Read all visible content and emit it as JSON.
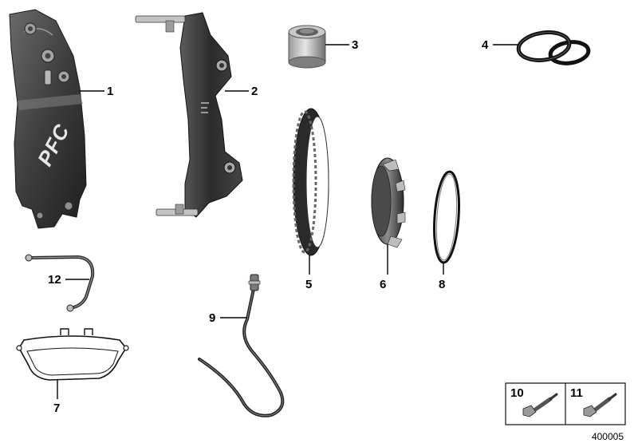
{
  "callouts": [
    {
      "id": "part-1",
      "label": "1"
    },
    {
      "id": "part-2",
      "label": "2"
    },
    {
      "id": "part-3",
      "label": "3"
    },
    {
      "id": "part-4",
      "label": "4"
    },
    {
      "id": "part-5",
      "label": "5"
    },
    {
      "id": "part-6",
      "label": "6"
    },
    {
      "id": "part-7",
      "label": "7"
    },
    {
      "id": "part-8",
      "label": "8"
    },
    {
      "id": "part-9",
      "label": "9"
    },
    {
      "id": "part-10",
      "label": "10"
    },
    {
      "id": "part-11",
      "label": "11"
    },
    {
      "id": "part-12",
      "label": "12"
    }
  ],
  "caliper_logo": "PFC",
  "diagram_id": "400005",
  "colors": {
    "metal_dark": "#2f2f2f",
    "metal_mid": "#5a5a5a",
    "metal_light": "#a8a8a8",
    "line": "#000000"
  }
}
